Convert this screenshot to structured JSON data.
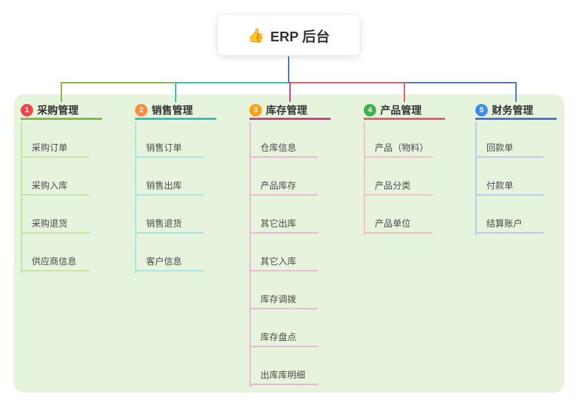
{
  "root": {
    "icon": "👍",
    "label": "ERP 后台"
  },
  "branches": [
    {
      "num": "1",
      "label": "采购管理",
      "children": [
        "采购订单",
        "采购入库",
        "采购退货",
        "供应商信息"
      ]
    },
    {
      "num": "2",
      "label": "销售管理",
      "children": [
        "销售订单",
        "销售出库",
        "销售退货",
        "客户信息"
      ]
    },
    {
      "num": "3",
      "label": "库存管理",
      "children": [
        "仓库信息",
        "产品库存",
        "其它出库",
        "其它入库",
        "库存调拨",
        "库存盘点",
        "出库库明细"
      ]
    },
    {
      "num": "4",
      "label": "产品管理",
      "children": [
        "产品（物料）",
        "产品分类",
        "产品单位"
      ]
    },
    {
      "num": "5",
      "label": "财务管理",
      "children": [
        "回款单",
        "付款单",
        "结算账户"
      ]
    }
  ],
  "colors": {
    "panel_background": "#e6f4dd",
    "root_connector": "#4a6bdc",
    "branches": [
      {
        "line": "#7cb93e",
        "badge": "#ef4444"
      },
      {
        "line": "#29c0c0",
        "badge": "#ff8a3c"
      },
      {
        "line": "#d6367f",
        "badge": "#ffa112"
      },
      {
        "line": "#ef5565",
        "badge": "#43b14b"
      },
      {
        "line": "#4a6bdc",
        "badge": "#3d8af0"
      }
    ]
  }
}
